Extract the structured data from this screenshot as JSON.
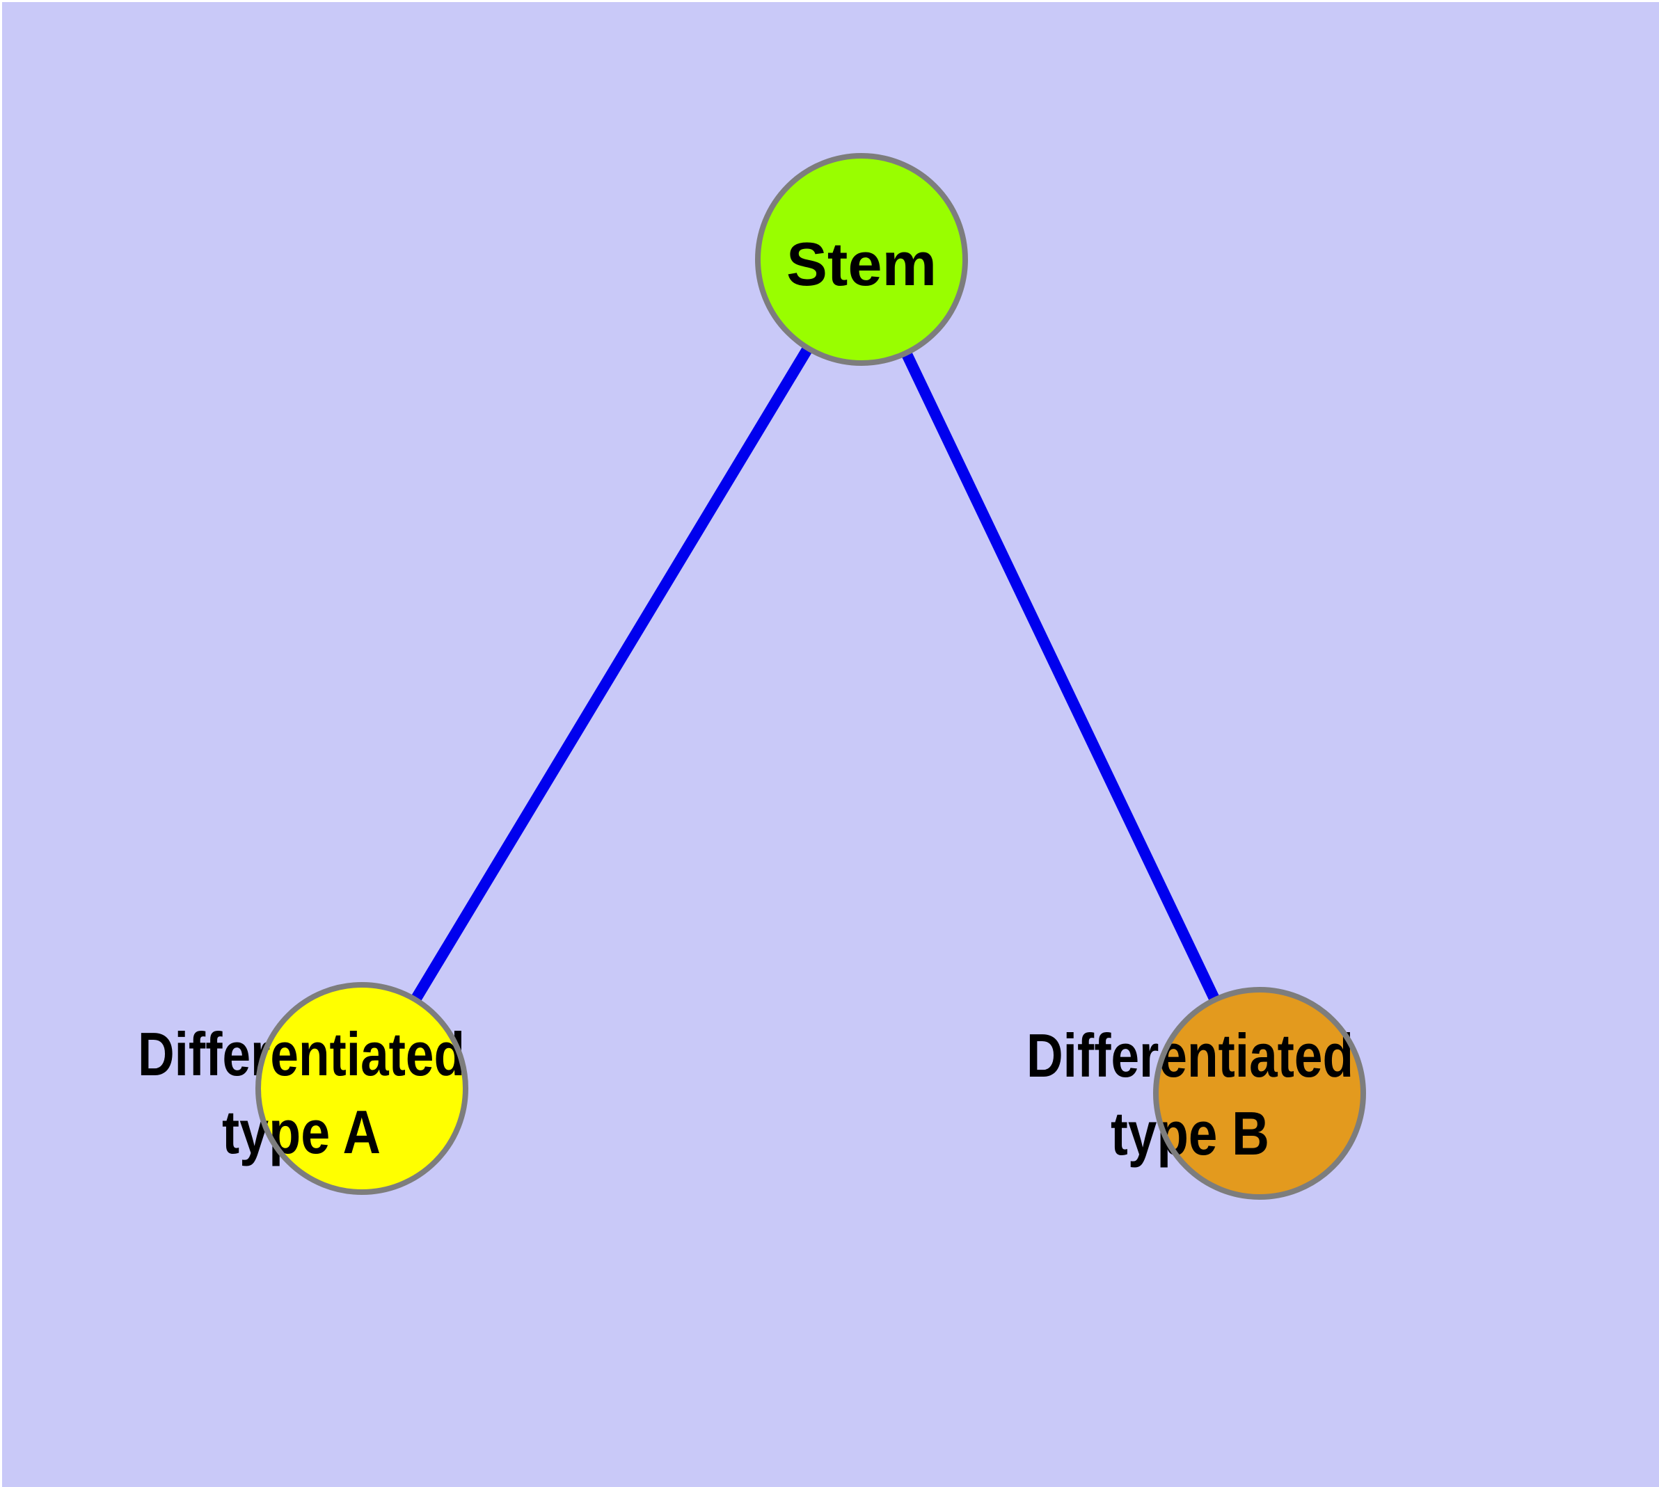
{
  "diagram": {
    "background_color": "#C9C9F8",
    "page_margin_color": "#FFFFFF",
    "edge_color": "#0000EE",
    "node_border_color": "#7D7D7D",
    "text_color": "#000000",
    "nodes": [
      {
        "id": "stem",
        "label": "Stem",
        "label_line1": "Stem",
        "label_line2": "",
        "color": "#99FE00"
      },
      {
        "id": "type-a",
        "label": "Differentiated type A",
        "label_line1": "Differentiated",
        "label_line2": "type A",
        "color": "#FFFF00"
      },
      {
        "id": "type-b",
        "label": "Differentiated type B",
        "label_line1": "Differentiated",
        "label_line2": "type B",
        "color": "#E39A1E"
      }
    ],
    "edges": [
      {
        "from": "stem",
        "to": "type-a"
      },
      {
        "from": "stem",
        "to": "type-b"
      }
    ]
  }
}
